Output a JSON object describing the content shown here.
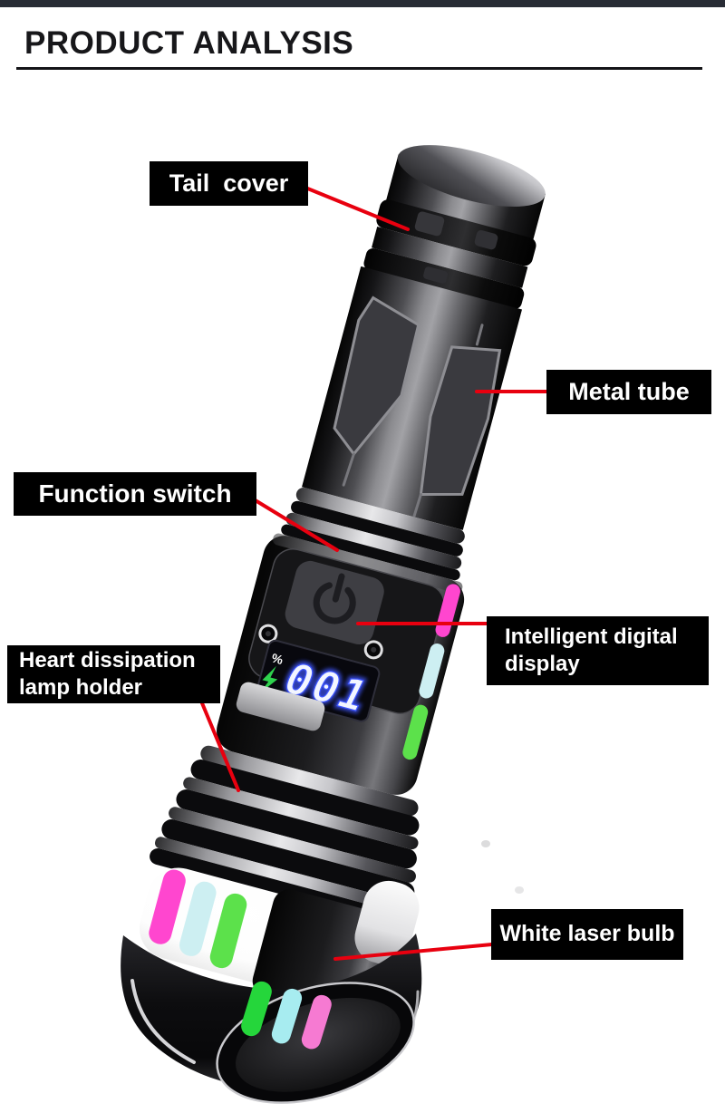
{
  "theme": {
    "accent": "#e8000f",
    "label_bg": "#000000",
    "label_fg": "#ffffff",
    "top_bar": "#282c35",
    "stripe_pink": "#ff46cf",
    "stripe_cyan": "#cdeff2",
    "stripe_green": "#5ce14b",
    "mouth_green": "#25d63b",
    "mouth_cyan": "#a7ecf0",
    "mouth_pink": "#f67ad2",
    "digit": "#f3f6ff",
    "digit_glow": "#3f57ff",
    "bolt": "#2fd34e"
  },
  "header": {
    "title": "PRODUCT ANALYSIS"
  },
  "annotations": {
    "tail_cover": {
      "label": "Tail  cover"
    },
    "metal_tube": {
      "label": "Metal tube"
    },
    "function_switch": {
      "label": "Function switch"
    },
    "intelligent_display": {
      "label": "Intelligent digital\ndisplay"
    },
    "heart_dissipation": {
      "label": "Heart dissipation\nlamp holder"
    },
    "white_laser_bulb": {
      "label": "White laser bulb"
    }
  },
  "flashlight": {
    "display": {
      "value": "001",
      "percent": "%",
      "bolt_icon": "charging-bolt-icon"
    },
    "icons": {
      "power": "power-icon"
    }
  }
}
